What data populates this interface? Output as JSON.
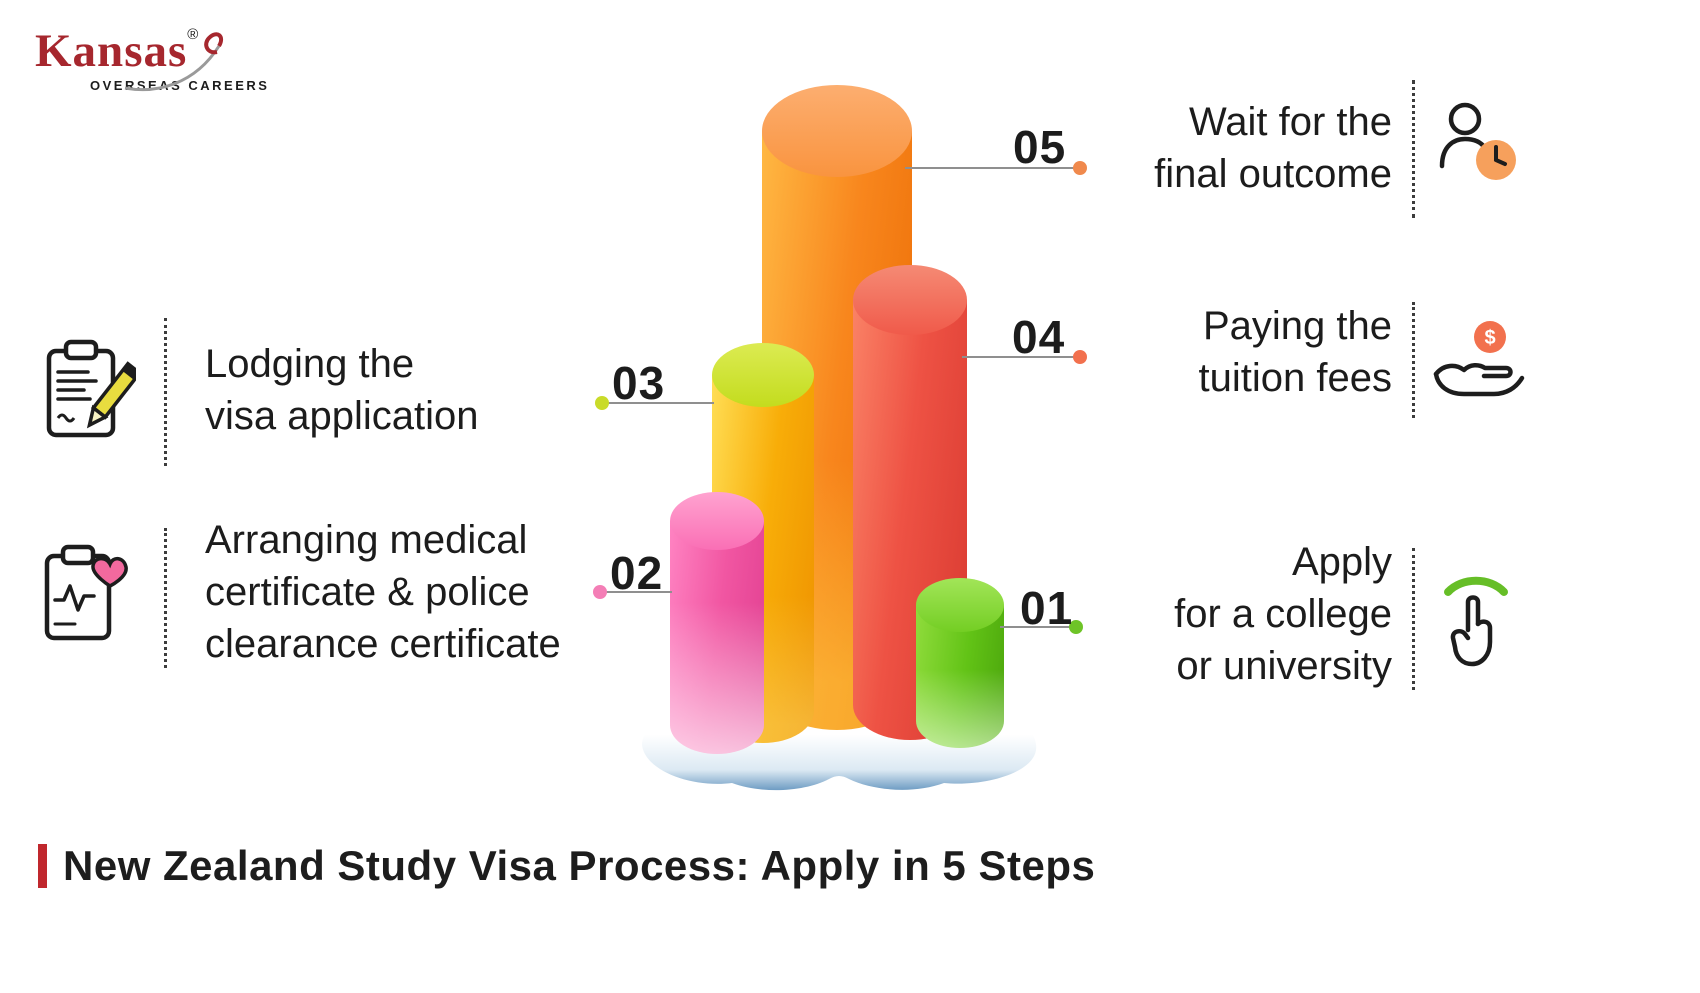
{
  "brand": {
    "name": "Kansas",
    "registered": "®",
    "subtitle": "OVERSEAS CAREERS"
  },
  "title": {
    "text": "New Zealand Study Visa Process: Apply in 5 Steps"
  },
  "colors": {
    "accent_red": "#C0272D",
    "text_dark": "#1d1d1d",
    "connector_line": "#8f8f8f"
  },
  "icons": {
    "coin_symbol": "$"
  },
  "steps": [
    {
      "number": "01",
      "label": "Apply\nfor a college\nor university",
      "icon": "hand-tap-icon",
      "dot_color": "#6EC427",
      "side": "right"
    },
    {
      "number": "02",
      "label": "Arranging medical\ncertificate & police\nclearance certificate",
      "icon": "clipboard-heart-icon",
      "dot_color": "#F47EB6",
      "side": "left"
    },
    {
      "number": "03",
      "label": "Lodging the\nvisa application",
      "icon": "clipboard-pencil-icon",
      "dot_color": "#C9DB29",
      "side": "left"
    },
    {
      "number": "04",
      "label": "Paying the\ntuition fees",
      "icon": "hand-coin-icon",
      "dot_color": "#F2704E",
      "side": "right"
    },
    {
      "number": "05",
      "label": "Wait for the\nfinal outcome",
      "icon": "person-clock-icon",
      "dot_color": "#F0894C",
      "side": "right"
    }
  ],
  "diagram": {
    "type": "3d-cylinder-steps",
    "bars": [
      {
        "step": "01",
        "color": "#62C316",
        "height_rank": 1
      },
      {
        "step": "02",
        "color": "#F156A2",
        "height_rank": 2
      },
      {
        "step": "03",
        "color": "#F8AD08",
        "height_rank": 3
      },
      {
        "step": "04",
        "color": "#EE5244",
        "height_rank": 4
      },
      {
        "step": "05",
        "color": "#F8861D",
        "height_rank": 5
      }
    ]
  }
}
